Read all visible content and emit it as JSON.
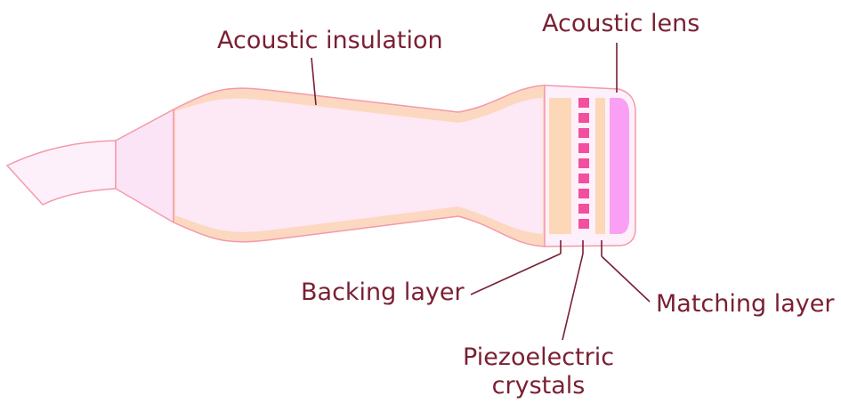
{
  "labels": {
    "acoustic_insulation": "Acoustic insulation",
    "acoustic_lens": "Acoustic lens",
    "backing_layer": "Backing layer",
    "matching_layer": "Matching layer",
    "piezoelectric_line1": "Piezoelectric",
    "piezoelectric_line2": "crystals"
  },
  "colors": {
    "text": "#7a1f33",
    "leader_line": "#7a1f33",
    "outline": "#f39aaa",
    "body_fill": "#fde8f5",
    "insulation_fill": "#fcd8c0",
    "backing_fill": "#fcd8b8",
    "crystal_fill": "#f24f9e",
    "lens_fill": "#f9a0f4"
  }
}
